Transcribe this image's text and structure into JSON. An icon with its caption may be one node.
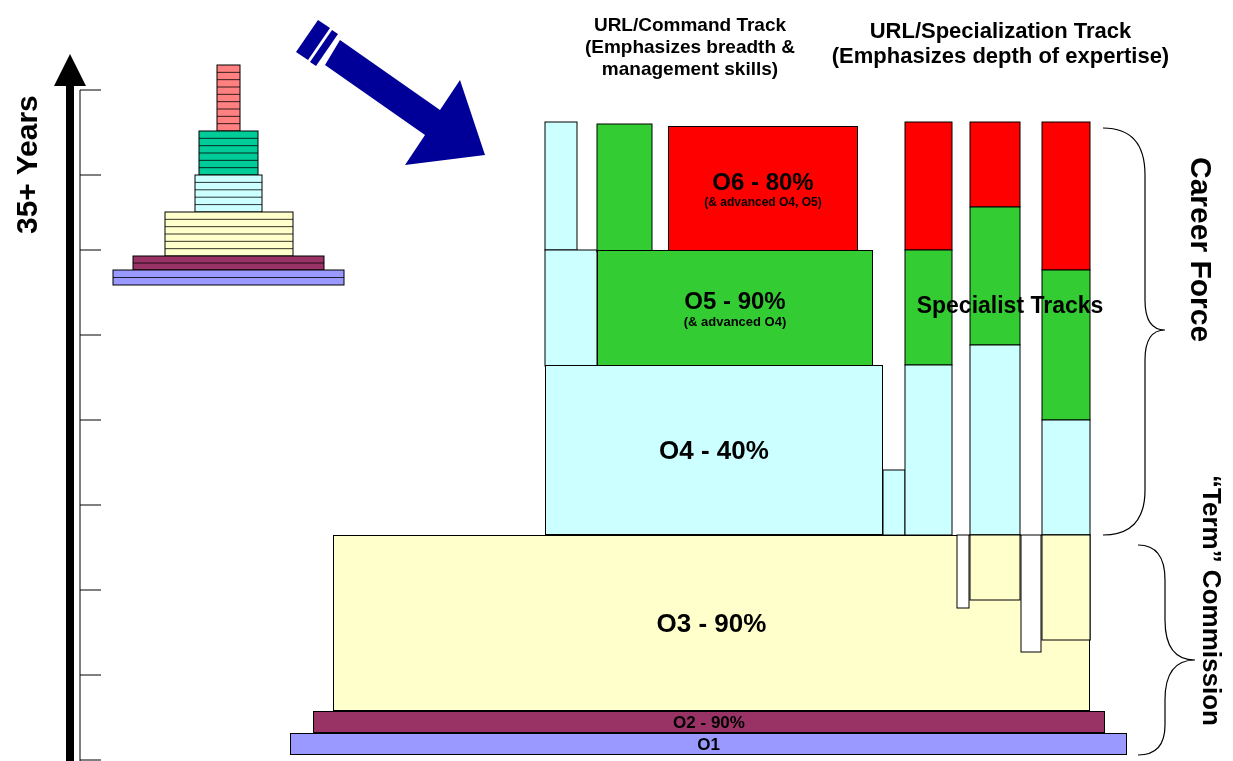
{
  "diagram": {
    "nodes": [
      {
        "text": [
          "O6 - 80%",
          "(& advanced O4, O5)"
        ]
      },
      {
        "text": [
          "O5 - 90%",
          "(& advanced O4)"
        ]
      },
      {
        "text": [
          "O4 - 40%"
        ]
      },
      {
        "text": [
          "O3 - 90%"
        ]
      },
      {
        "text": [
          "O2 - 90%"
        ]
      },
      {
        "text": [
          "O1"
        ]
      }
    ],
    "labels": [
      "35+ Years",
      "URL/Command Track (Emphasizes breadth & management skills)",
      "URL/Specialization Track (Emphasizes depth of expertise)",
      "Specialist Tracks",
      "Career Force",
      "“Term” Commission"
    ]
  }
}
